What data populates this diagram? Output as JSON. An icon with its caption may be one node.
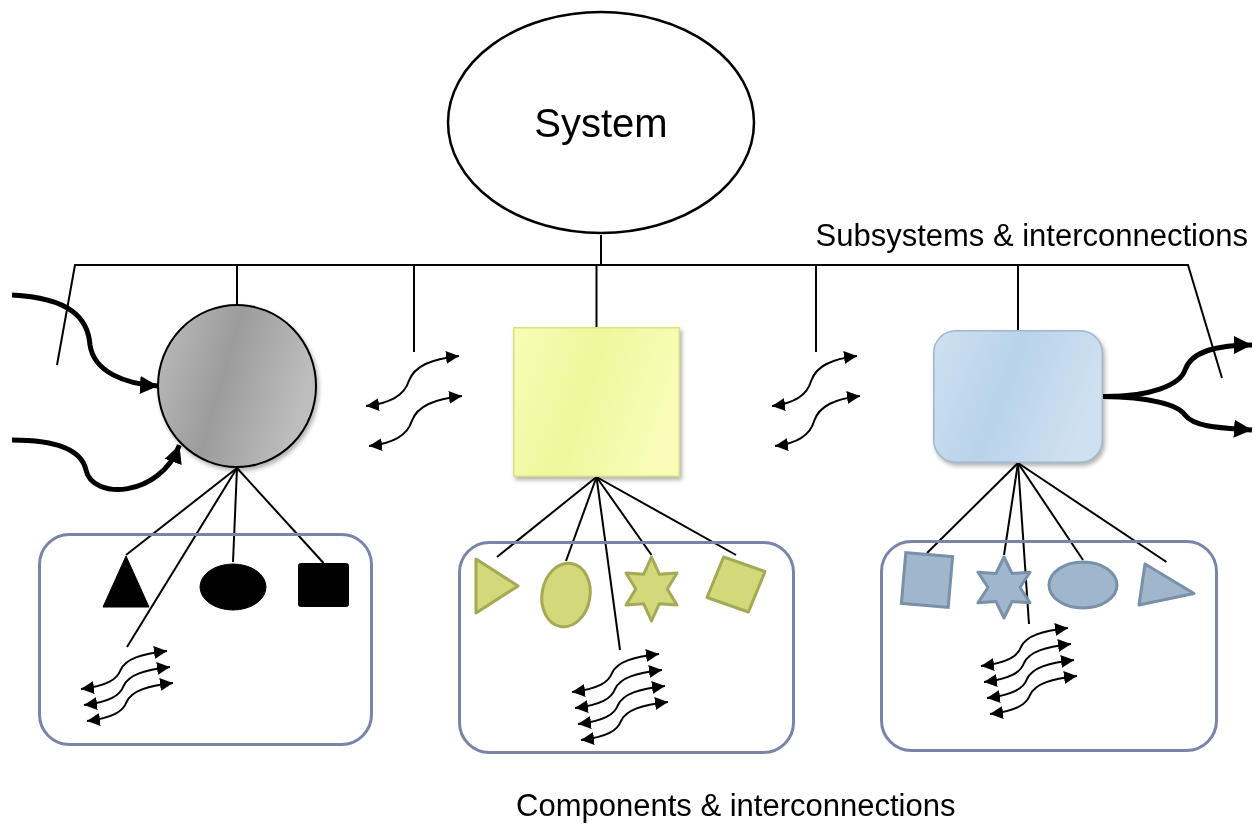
{
  "diagram": {
    "nodes": [
      {
        "text": [
          "System"
        ]
      },
      {
        "text": [],
        "shape": "circle"
      },
      {
        "text": [],
        "shape": "box"
      },
      {
        "text": [],
        "shape": "box"
      },
      {
        "text": [],
        "shape": "arrows"
      },
      {
        "text": [],
        "shape": "arrows"
      },
      {
        "text": [],
        "shape": "box"
      },
      {
        "text": [],
        "shape": "triangle",
        "in": 6
      },
      {
        "text": [],
        "shape": "ellipse",
        "in": 6
      },
      {
        "text": [],
        "shape": "box",
        "in": 6
      },
      {
        "text": [],
        "shape": "arrows",
        "in": 6
      },
      {
        "text": [],
        "shape": "box"
      },
      {
        "text": [],
        "shape": "triangle",
        "in": 11
      },
      {
        "text": [],
        "shape": "ellipse",
        "in": 11
      },
      {
        "text": [],
        "shape": "star",
        "in": 11
      },
      {
        "text": [],
        "shape": "diamond",
        "in": 11
      },
      {
        "text": [],
        "shape": "arrows",
        "in": 11
      },
      {
        "text": [],
        "shape": "box"
      },
      {
        "text": [],
        "shape": "box",
        "in": 17
      },
      {
        "text": [],
        "shape": "star",
        "in": 17
      },
      {
        "text": [],
        "shape": "ellipse",
        "in": 17
      },
      {
        "text": [],
        "shape": "triangle",
        "in": 17
      },
      {
        "text": [],
        "shape": "arrows",
        "in": 17
      }
    ],
    "edges": [
      {
        "from": 0,
        "to": null,
        "arrow": "none"
      },
      {
        "from": 0,
        "to": 1,
        "arrow": "none"
      },
      {
        "from": 0,
        "to": 4,
        "arrow": "none"
      },
      {
        "from": 0,
        "to": 2,
        "arrow": "none"
      },
      {
        "from": 0,
        "to": 5,
        "arrow": "none"
      },
      {
        "from": 0,
        "to": 3,
        "arrow": "none"
      },
      {
        "from": 0,
        "to": null,
        "arrow": "none"
      },
      {
        "from": null,
        "to": 1,
        "arrow": "to",
        "style": "thick"
      },
      {
        "from": null,
        "to": 1,
        "arrow": "to",
        "style": "thick"
      },
      {
        "from": 3,
        "to": null,
        "arrow": "to",
        "style": "thick"
      },
      {
        "from": 3,
        "to": null,
        "arrow": "to",
        "style": "thick"
      },
      {
        "from": 1,
        "to": 7,
        "arrow": "none"
      },
      {
        "from": 1,
        "to": 10,
        "arrow": "none"
      },
      {
        "from": 1,
        "to": 8,
        "arrow": "none"
      },
      {
        "from": 1,
        "to": 9,
        "arrow": "none"
      },
      {
        "from": 2,
        "to": 12,
        "arrow": "none"
      },
      {
        "from": 2,
        "to": 13,
        "arrow": "none"
      },
      {
        "from": 2,
        "to": 16,
        "arrow": "none"
      },
      {
        "from": 2,
        "to": 14,
        "arrow": "none"
      },
      {
        "from": 2,
        "to": 15,
        "arrow": "none"
      },
      {
        "from": 3,
        "to": 18,
        "arrow": "none"
      },
      {
        "from": 3,
        "to": 19,
        "arrow": "none"
      },
      {
        "from": 3,
        "to": 22,
        "arrow": "none"
      },
      {
        "from": 3,
        "to": 20,
        "arrow": "none"
      },
      {
        "from": 3,
        "to": 21,
        "arrow": "none"
      }
    ],
    "labels": [
      "Subsystems & interconnections",
      "Components & interconnections"
    ]
  }
}
